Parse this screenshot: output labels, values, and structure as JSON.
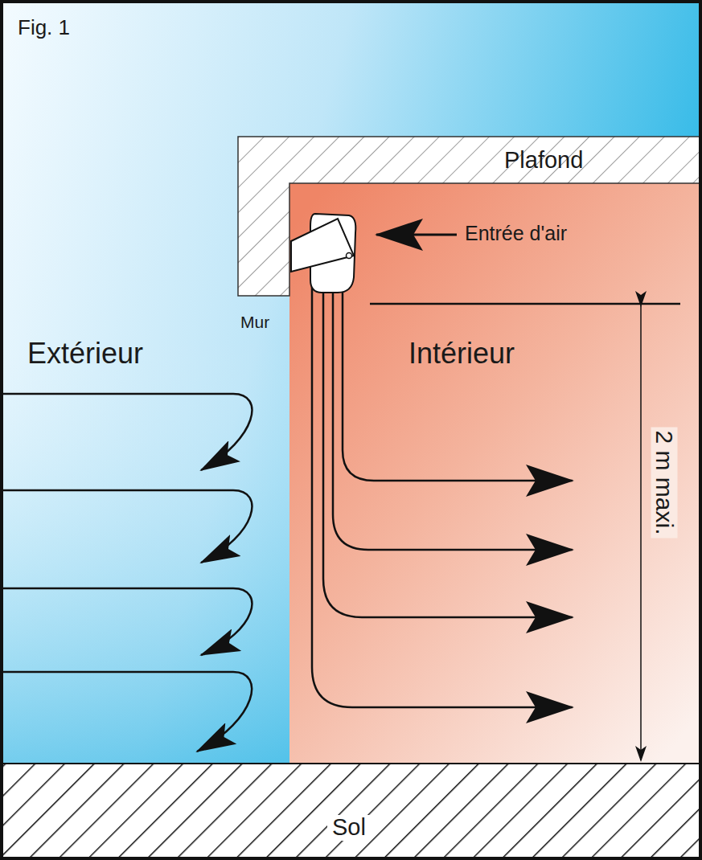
{
  "diagram": {
    "labels": [
      "Fig. 1",
      "Plafond",
      "Entrée d'air",
      "Mur",
      "Extérieur",
      "Intérieur",
      "2 m maxi.",
      "Sol"
    ]
  }
}
